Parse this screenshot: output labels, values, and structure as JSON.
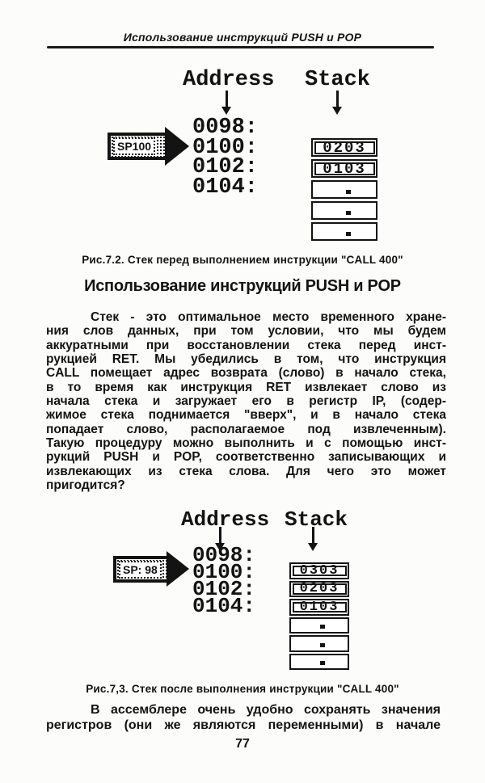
{
  "page": {
    "running_header": "Использование инструкций PUSH и POP",
    "page_number": "77",
    "background": "#fcfcfa",
    "ink_color": "#131313"
  },
  "heading": "Использование инструкций PUSH и POP",
  "figure1": {
    "address_header": "Address",
    "stack_header": "Stack",
    "sp_label": "SP100",
    "addresses": [
      "0098:",
      "0100:",
      "0102:",
      "0104:"
    ],
    "stack_cells": [
      "0203",
      "0103",
      ".",
      ".",
      "."
    ],
    "caption": "Рис.7.2. Стек перед выполнением инструкции \"CALL 400\""
  },
  "paragraph1": {
    "lines": [
      "Стек - это оптимальное место временного хране-",
      "ния слов данных, при том условии, что мы будем",
      "аккуратными при восстановлении стека перед инст-",
      "рукцией RET. Мы убедились в том, что инструкция",
      "CALL помещает адрес возврата (слово) в начало стека,",
      "в то время как инструкция RET извлекает слово из",
      "начала стека и загружает его в регистр IP, (содер-",
      "жимое стека поднимается \"вверх\", и в начало стека",
      "попадает слово, располагаемое под извлеченным).",
      "Такую процедуру можно выполнить и с помощью инст-",
      "рукций PUSH и POP, соответственно записывающих и",
      "извлекающих из стека слова. Для чего это может",
      "пригодится?"
    ]
  },
  "figure2": {
    "address_header": "Address",
    "stack_header": "Stack",
    "sp_label": "SP: 98",
    "addresses": [
      "0098:",
      "0100:",
      "0102:",
      "0104:"
    ],
    "stack_cells": [
      "0303",
      "0203",
      "0103",
      ".",
      ".",
      "."
    ],
    "caption": "Рис.7,3. Стек после выполнения инструкции \"CALL 400\""
  },
  "paragraph2": {
    "lines": [
      "В ассемблере очень удобно сохранять значения",
      "регистров (они же являются переменными) в начале"
    ]
  }
}
